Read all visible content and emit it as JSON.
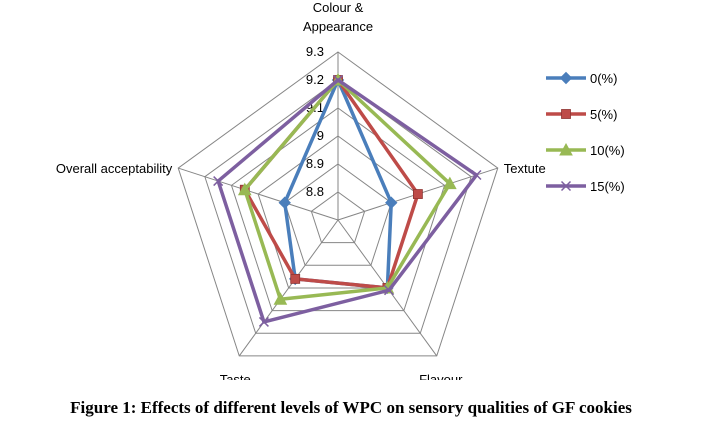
{
  "caption": "Figure 1: Effects of different levels of WPC on sensory qualities of GF cookies",
  "chart_data": {
    "type": "radar",
    "axes": [
      [
        "Colour &",
        "Appearance"
      ],
      [
        "Textute"
      ],
      [
        "Flavour"
      ],
      [
        "Taste"
      ],
      [
        "Overall acceptability"
      ]
    ],
    "rlim": [
      8.7,
      9.3
    ],
    "ticks": [
      "8.8",
      "8.9",
      "9",
      "9.1",
      "9.2",
      "9.3"
    ],
    "tick_values": [
      8.8,
      8.9,
      9.0,
      9.1,
      9.2,
      9.3
    ],
    "grid": true,
    "legend_position": "right",
    "series": [
      {
        "name": "0(%)",
        "values": [
          9.2,
          8.9,
          9.0,
          8.96,
          8.9
        ],
        "color": "#4a7ebb",
        "marker": "diamond"
      },
      {
        "name": "5(%)",
        "values": [
          9.2,
          9.0,
          9.0,
          8.96,
          9.05
        ],
        "color": "#be4b48",
        "marker": "square"
      },
      {
        "name": "10(%)",
        "values": [
          9.2,
          9.12,
          9.0,
          9.05,
          9.05
        ],
        "color": "#98b954",
        "marker": "triangle"
      },
      {
        "name": "15(%)",
        "values": [
          9.2,
          9.22,
          9.01,
          9.15,
          9.15
        ],
        "color": "#7d5fa0",
        "marker": "x"
      }
    ]
  }
}
